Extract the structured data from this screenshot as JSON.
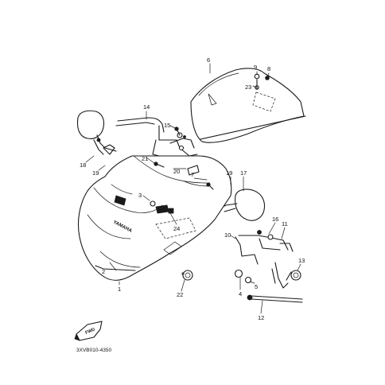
{
  "diagram": {
    "brand_text": "YAMAHA",
    "fwd_text": "FWD",
    "drawing_code": "3XVB010-4350",
    "part_labels": [
      "1",
      "2",
      "3",
      "4",
      "5",
      "6",
      "7",
      "8",
      "9",
      "10",
      "11",
      "12",
      "13",
      "14",
      "15",
      "16",
      "17",
      "18",
      "19",
      "19",
      "20",
      "21",
      "22",
      "23",
      "24"
    ]
  }
}
